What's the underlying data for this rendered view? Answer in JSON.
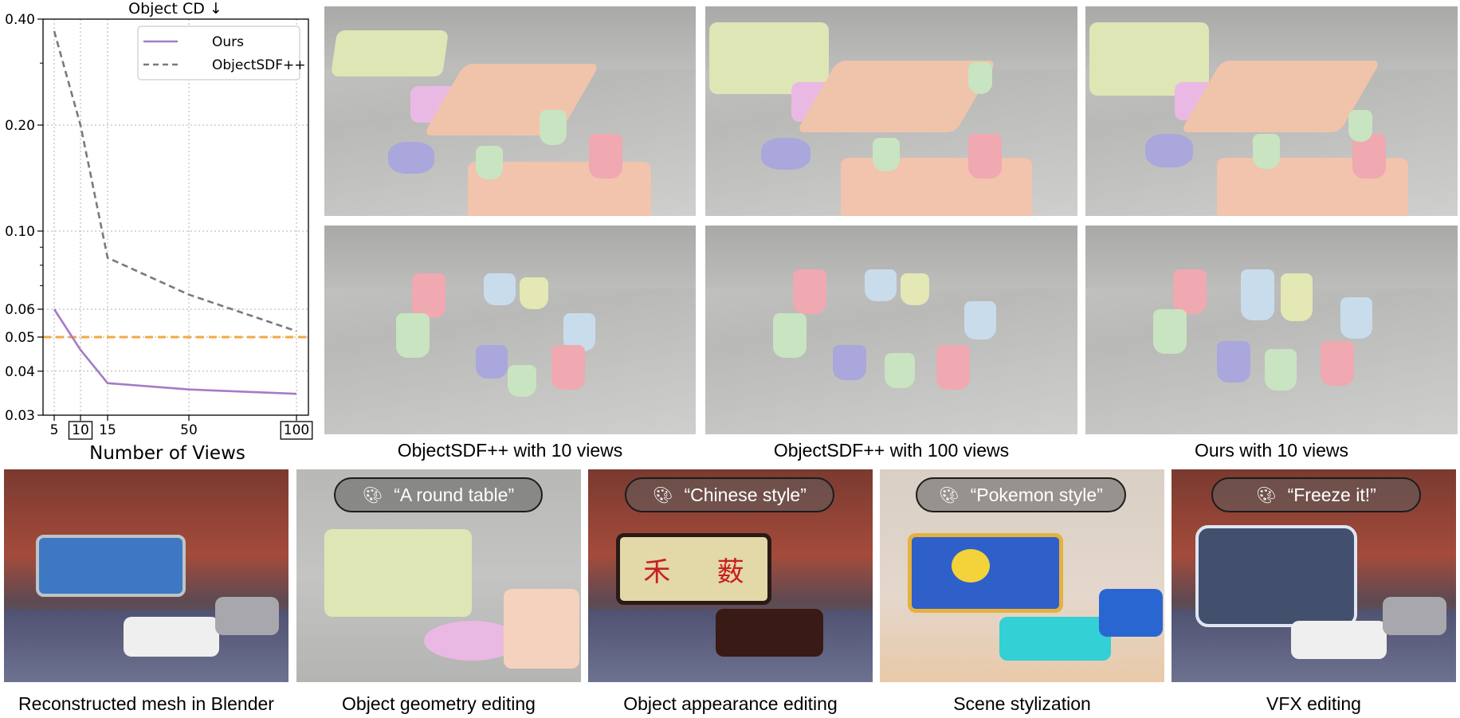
{
  "chart_data": {
    "type": "line",
    "title": "Object CD ↓",
    "xlabel": "Number of Views",
    "ylabel": "",
    "yscale": "log",
    "ylim": [
      0.03,
      0.4
    ],
    "yticks": [
      0.03,
      0.04,
      0.05,
      0.06,
      0.1,
      0.2,
      0.4
    ],
    "ytick_labels": [
      "0.03",
      "0.04",
      "0.05",
      "0.06",
      "0.10",
      "0.20",
      "0.40"
    ],
    "xticks": [
      5,
      10,
      15,
      50,
      100
    ],
    "xtick_labels": [
      "5",
      "10",
      "15",
      "50",
      "100"
    ],
    "boxed_xticks": [
      "10",
      "100"
    ],
    "grid": true,
    "legend_position": "top-right",
    "series": [
      {
        "name": "Ours",
        "x": [
          5,
          10,
          15,
          50,
          100
        ],
        "values": [
          0.06,
          0.046,
          0.037,
          0.0355,
          0.0345
        ],
        "color": "#a57cc6",
        "style": "solid"
      },
      {
        "name": "ObjectSDF++",
        "x": [
          5,
          10,
          15,
          50,
          100
        ],
        "values": [
          0.37,
          0.2,
          0.084,
          0.066,
          0.052
        ],
        "color": "#7a7a7a",
        "style": "dashed"
      }
    ],
    "reference_line": {
      "value": 0.05,
      "color": "#f5a742",
      "style": "dashed"
    }
  },
  "captions": {
    "objsdf10": "ObjectSDF++ with 10 views",
    "objsdf100": "ObjectSDF++ with 100 views",
    "ours10": "Ours with 10 views",
    "mesh": "Reconstructed mesh in Blender",
    "geometry": "Object geometry editing",
    "appearance": "Object appearance editing",
    "stylization": "Scene stylization",
    "vfx": "VFX editing"
  },
  "prompts": {
    "geometry": "“A round table”",
    "appearance": "“Chinese style”",
    "stylization": "“Pokemon style”",
    "vfx": "“Freeze it!”"
  },
  "icons": {
    "prompt": "paint-palette-icon"
  },
  "banner_text": {
    "left": "禾",
    "right": "薮"
  }
}
